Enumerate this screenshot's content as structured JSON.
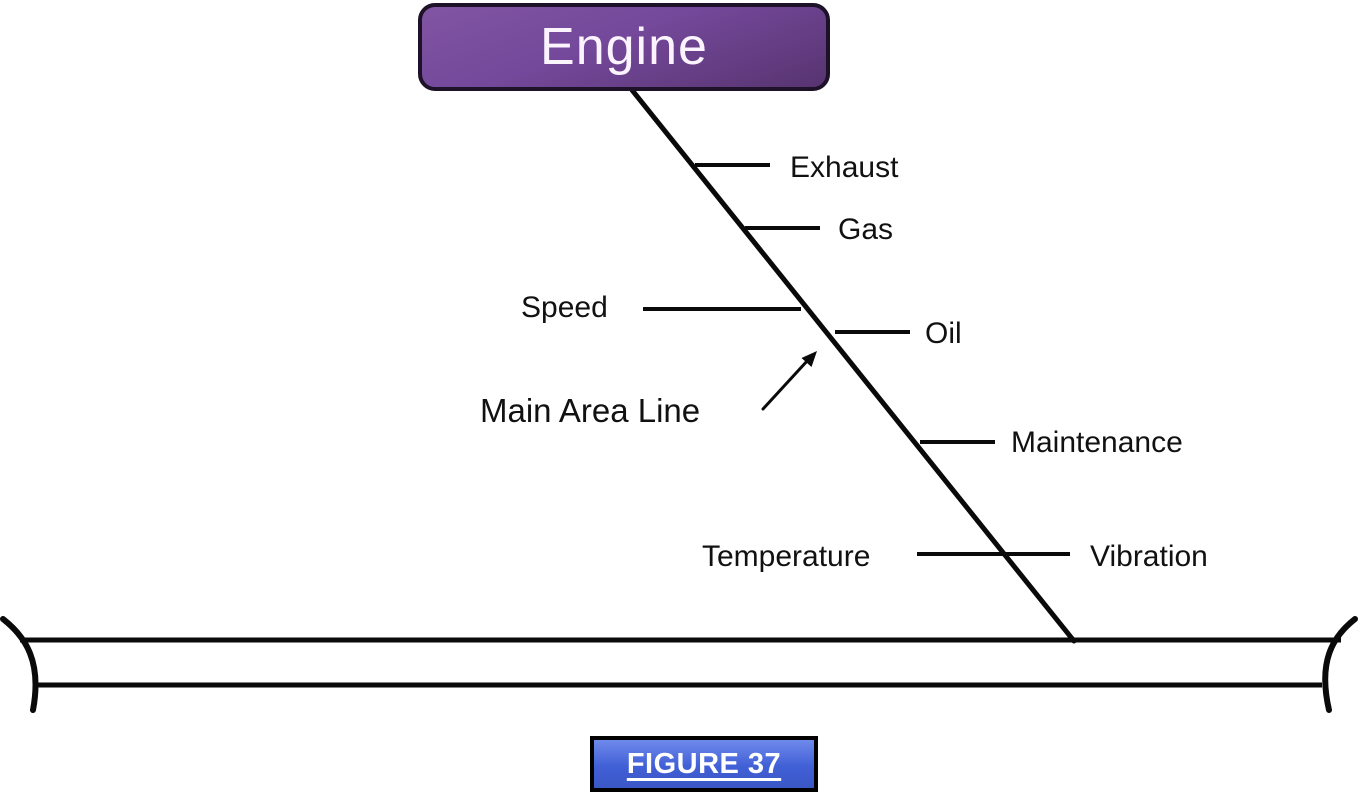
{
  "diagram": {
    "type": "fishbone-cause-diagram",
    "node": {
      "label": "Engine"
    },
    "branches": [
      {
        "label": "Exhaust",
        "side": "right"
      },
      {
        "label": "Gas",
        "side": "right"
      },
      {
        "label": "Speed",
        "side": "left"
      },
      {
        "label": "Oil",
        "side": "right"
      },
      {
        "label": "Maintenance",
        "side": "right"
      },
      {
        "label": "Temperature",
        "side": "left"
      },
      {
        "label": "Vibration",
        "side": "right"
      }
    ],
    "annotation": {
      "label": "Main Area Line"
    },
    "figure": {
      "caption": "FIGURE 37"
    },
    "colors": {
      "line_color": "#0a0a0a",
      "engine_fill_light": "#8155a3",
      "engine_fill_dark": "#573470",
      "engine_border": "#1e1228",
      "engine_text": "#fbf4fe",
      "figure_fill_light": "#6f8aec",
      "figure_fill_dark": "#3b57c6",
      "figure_border": "#000000",
      "figure_text": "#ffffff"
    }
  }
}
